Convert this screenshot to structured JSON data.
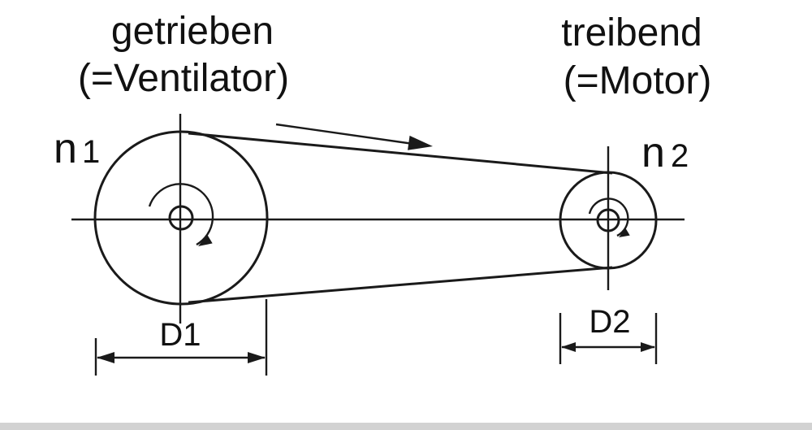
{
  "labels": {
    "driven_line1": "getrieben",
    "driven_line2": "(=Ventilator)",
    "driving_line1": "treibend",
    "driving_line2": "(=Motor)",
    "speed_left_base": "n",
    "speed_left_index": "1",
    "speed_right_base": "n",
    "speed_right_index": "2",
    "diameter_left": "D1",
    "diameter_right": "D2"
  },
  "colors": {
    "line": "#1a1a1a",
    "text": "#111111",
    "background": "#ffffff",
    "scrollbar": "#d2d2d2"
  }
}
